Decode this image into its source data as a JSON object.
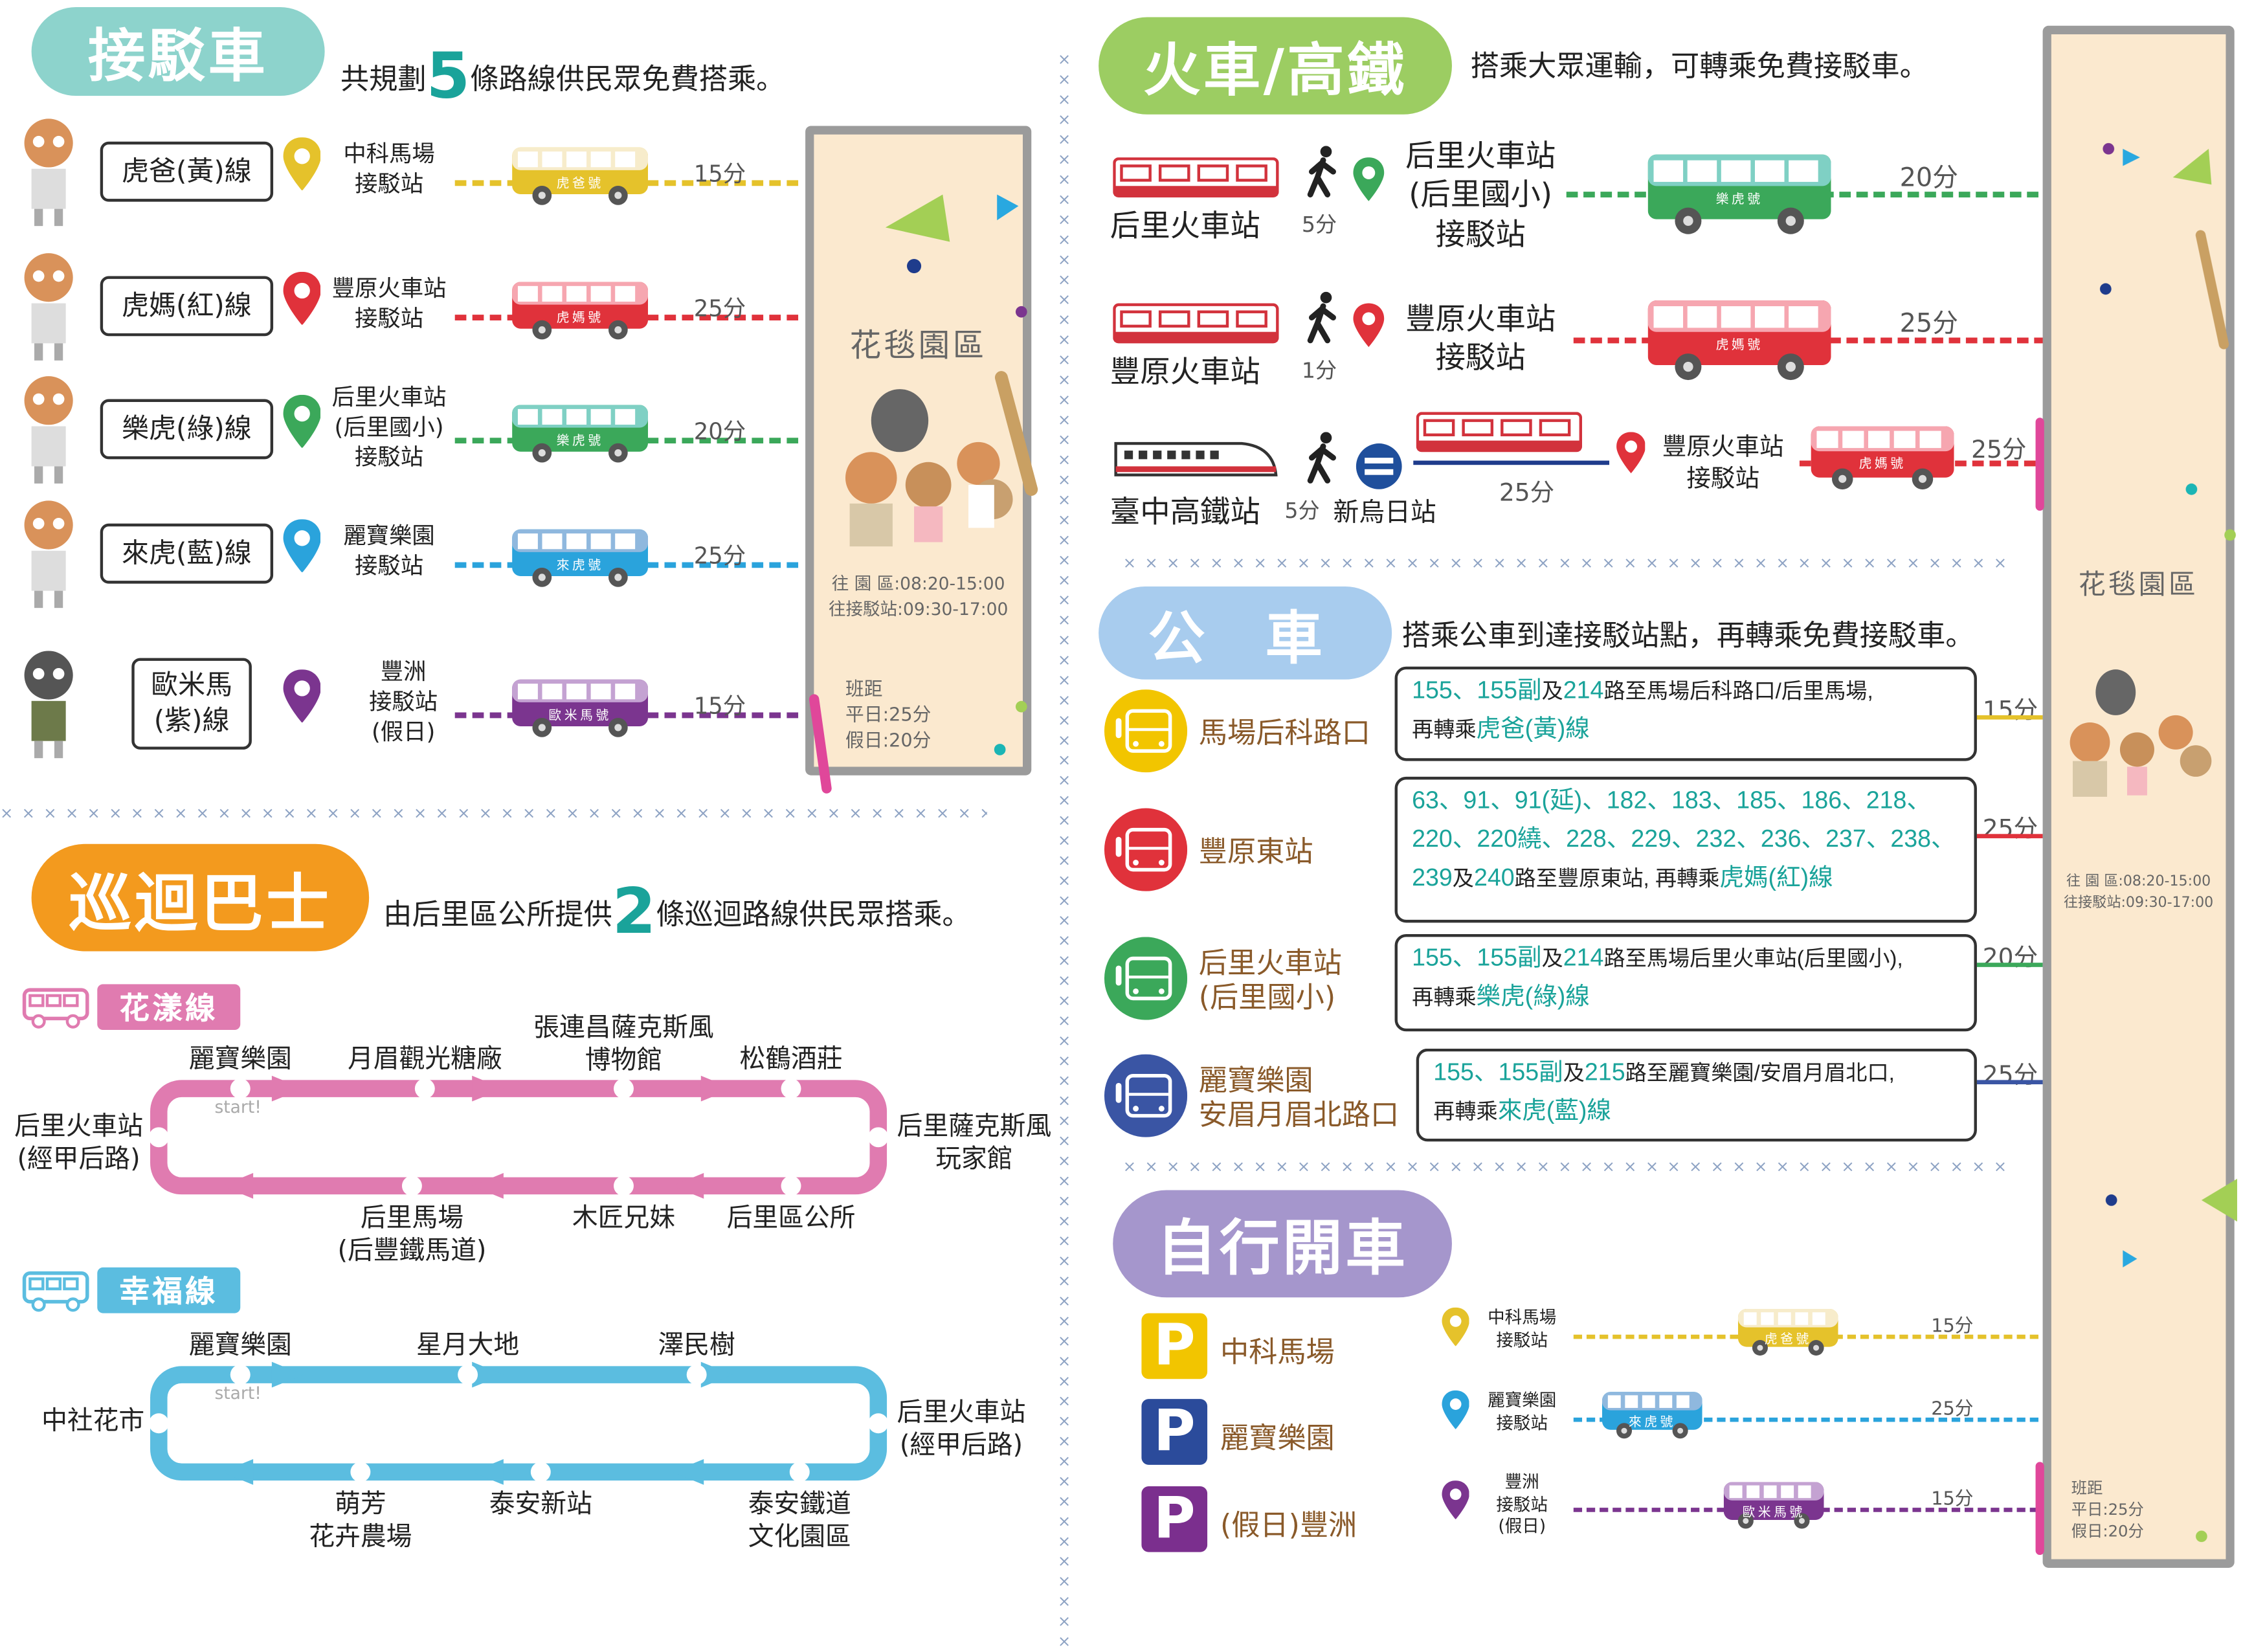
{
  "colors": {
    "yellow": "#e5c22b",
    "red": "#e0323b",
    "green": "#3ba85a",
    "blue": "#2aa3dc",
    "navy": "#3a55a4",
    "purple": "#7b358f",
    "pink": "#e07bb0",
    "teal": "#1aa39a",
    "orange": "#f39a1e"
  },
  "shuttle": {
    "title": "接駁車",
    "intro_pre": "共規劃",
    "intro_num": "5",
    "intro_post": "條路線供民眾免費搭乘。",
    "routes": [
      {
        "name": "虎爸(黃)線",
        "stop": "中科馬場\n接駁站",
        "bus": "虎爸號",
        "time": "15分",
        "color": "#e5c22b",
        "light": "#f7eccb"
      },
      {
        "name": "虎媽(紅)線",
        "stop": "豐原火車站\n接駁站",
        "bus": "虎媽號",
        "time": "25分",
        "color": "#e0323b",
        "light": "#f6a6b0"
      },
      {
        "name": "樂虎(綠)線",
        "stop": "后里火車站\n(后里國小)\n接駁站",
        "bus": "樂虎號",
        "time": "20分",
        "color": "#3ba85a",
        "light": "#7fd0c4"
      },
      {
        "name": "來虎(藍)線",
        "stop": "麗寶樂園\n接駁站",
        "bus": "來虎號",
        "time": "25分",
        "color": "#2aa3dc",
        "light": "#8fb8de"
      },
      {
        "name": "歐米馬\n(紫)線",
        "stop": "豐洲\n接駁站\n(假日)",
        "bus": "歐米馬號",
        "time": "15分",
        "color": "#7b358f",
        "light": "#c4a2d2"
      }
    ],
    "park": {
      "name": "花毯園區",
      "hours": [
        "往 園 區:08:20-15:00",
        "往接駁站:09:30-17:00"
      ],
      "headway": [
        "班距",
        "平日:25分",
        "假日:20分"
      ]
    }
  },
  "circ": {
    "title": "巡迴巴士",
    "intro_pre": "由后里區公所提供",
    "intro_num": "2",
    "intro_post": "條巡迴路線供民眾搭乘。",
    "lines": [
      {
        "name": "花漾線",
        "color": "#e07bb0",
        "start": "start!",
        "left": "后里火車站\n(經甲后路)",
        "right": "后里薩克斯風\n玩家館",
        "top": [
          "麗寶樂園",
          "月眉觀光糖廠",
          "張連昌薩克斯風\n博物館",
          "松鶴酒莊"
        ],
        "bottom": [
          "后里馬場\n(后豐鐵馬道)",
          "木匠兄妹",
          "后里區公所"
        ]
      },
      {
        "name": "幸福線",
        "color": "#5bbde0",
        "start": "start!",
        "left": "中社花市",
        "right": "后里火車站\n(經甲后路)",
        "top": [
          "麗寶樂園",
          "星月大地",
          "澤民樹"
        ],
        "bottom": [
          "萌芳\n花卉農場",
          "泰安新站",
          "泰安鐵道\n文化園區"
        ]
      }
    ]
  },
  "train": {
    "title": "火車/高鐵",
    "intro": "搭乘大眾運輸，可轉乘免費接駁車。",
    "rows": [
      {
        "from": "后里火車站",
        "walk": "5分",
        "stop": "后里火車站\n(后里國小)\n接駁站",
        "bus": "樂虎號",
        "time": "20分"
      },
      {
        "from": "豐原火車站",
        "walk": "1分",
        "stop": "豐原火車站\n接駁站",
        "bus": "虎媽號",
        "time": "25分"
      },
      {
        "from": "臺中高鐵站",
        "walk": "5分",
        "via": "新烏日站",
        "via_time": "25分",
        "stop": "豐原火車站\n接駁站",
        "bus": "虎媽號",
        "time": "25分"
      }
    ]
  },
  "bus": {
    "title": "公 車",
    "intro": "搭乘公車到達接駁站點，再轉乘免費接駁車。",
    "rows": [
      {
        "stop": "馬場后科路口",
        "time": "15分",
        "color": "#f2c500",
        "lines": [
          [
            {
              "t": "155、155副",
              "h": 1
            },
            {
              "t": "及",
              "h": 0
            },
            {
              "t": "214",
              "h": 1
            },
            {
              "t": "路至馬場后科路口/后里馬場,",
              "h": 0
            }
          ],
          [
            {
              "t": "再轉乘",
              "h": 0
            },
            {
              "t": "虎爸(黃)線",
              "h": 1
            }
          ]
        ]
      },
      {
        "stop": "豐原東站",
        "time": "25分",
        "color": "#e0323b",
        "lines": [
          [
            {
              "t": "63、91、91(延)、182、183、185、186、218、",
              "h": 1
            }
          ],
          [
            {
              "t": "220、220繞、228、229、232、236、237、238、",
              "h": 1
            }
          ],
          [
            {
              "t": "239",
              "h": 1
            },
            {
              "t": "及",
              "h": 0
            },
            {
              "t": "240",
              "h": 1
            },
            {
              "t": "路至豐原東站, 再轉乘",
              "h": 0
            },
            {
              "t": "虎媽(紅)線",
              "h": 1
            }
          ]
        ]
      },
      {
        "stop": "后里火車站\n(后里國小)",
        "time": "20分",
        "color": "#3ba85a",
        "lines": [
          [
            {
              "t": "155、155副",
              "h": 1
            },
            {
              "t": "及",
              "h": 0
            },
            {
              "t": "214",
              "h": 1
            },
            {
              "t": "路至馬場后里火車站(后里國小),",
              "h": 0
            }
          ],
          [
            {
              "t": "再轉乘",
              "h": 0
            },
            {
              "t": "樂虎(綠)線",
              "h": 1
            }
          ]
        ]
      },
      {
        "stop": "麗寶樂園\n安眉月眉北路口",
        "time": "25分",
        "color": "#3a55a4",
        "lines": [
          [
            {
              "t": "155、155副",
              "h": 1
            },
            {
              "t": "及",
              "h": 0
            },
            {
              "t": "215",
              "h": 1
            },
            {
              "t": "路至麗寶樂園/安眉月眉北口,",
              "h": 0
            }
          ],
          [
            {
              "t": "再轉乘",
              "h": 0
            },
            {
              "t": "來虎(藍)線",
              "h": 1
            }
          ]
        ]
      }
    ]
  },
  "drive": {
    "title": "自行開車",
    "parking": [
      {
        "label": "中科馬場",
        "color": "#f2c500"
      },
      {
        "label": "麗寶樂園",
        "color": "#2b4b9b"
      },
      {
        "label": "(假日)豐洲",
        "color": "#7b2f8e"
      }
    ],
    "p_letter": "P",
    "rows": [
      {
        "stop": "中科馬場\n接駁站",
        "bus": "虎爸號",
        "time": "15分",
        "color": "#e5c22b",
        "light": "#f7eccb"
      },
      {
        "stop": "麗寶樂園\n接駁站",
        "bus": "來虎號",
        "time": "25分",
        "color": "#2aa3dc",
        "light": "#8fb8de"
      },
      {
        "stop": "豐洲\n接駁站\n(假日)",
        "bus": "歐米馬號",
        "time": "15分",
        "color": "#7b358f",
        "light": "#c4a2d2"
      }
    ]
  },
  "right_park": {
    "name": "花毯園區",
    "hours": [
      "往 園 區:08:20-15:00",
      "往接駁站:09:30-17:00"
    ],
    "headway": [
      "班距",
      "平日:25分",
      "假日:20分"
    ]
  }
}
